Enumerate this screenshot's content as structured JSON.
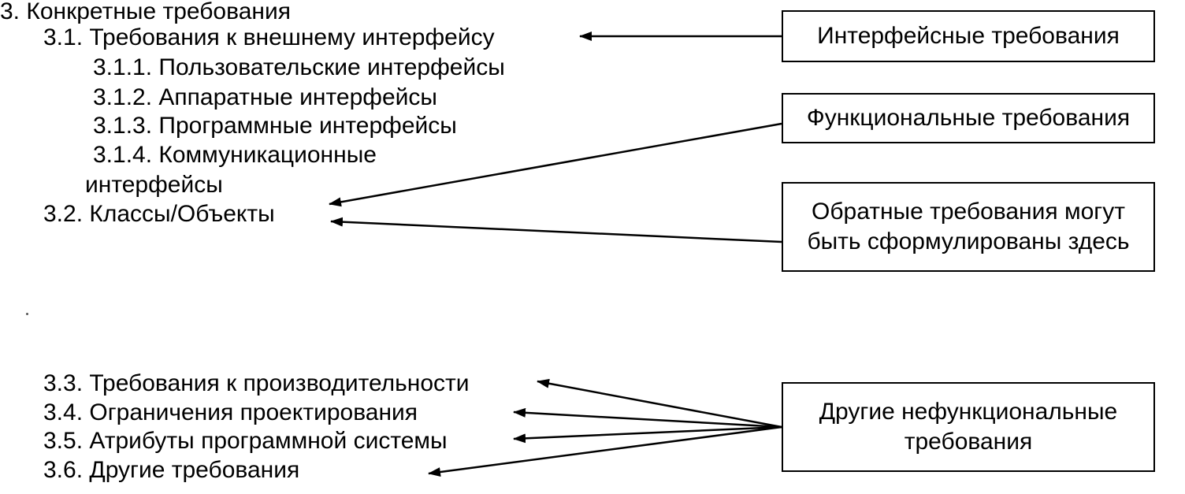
{
  "outline": {
    "section_3": "3. Конкретные требования",
    "item_3_1": "3.1. Требования к внешнему интерфейсу",
    "item_3_1_1": "3.1.1. Пользовательские интерфейсы",
    "item_3_1_2": "3.1.2. Аппаратные интерфейсы",
    "item_3_1_3": "3.1.3. Программные интерфейсы",
    "item_3_1_4": "3.1.4. Коммуникационные",
    "item_3_1_4_cont": "интерфейсы",
    "item_3_2": "3.2. Классы/Объекты",
    "item_3_3": "3.3. Требования к производительности",
    "item_3_4": "3.4. Ограничения проектирования",
    "item_3_5": "3.5. Атрибуты программной системы",
    "item_3_6": "3.6. Другие требования"
  },
  "boxes": {
    "interface_requirements": "Интерфейсные требования",
    "functional_requirements": "Функциональные требования",
    "inverse_requirements_line1": "Обратные требования могут",
    "inverse_requirements_line2": "быть сформулированы здесь",
    "nonfunctional_line1": "Другие нефункциональные",
    "nonfunctional_line2": "требования"
  },
  "colors": {
    "ink": "#000000",
    "background": "#ffffff"
  }
}
